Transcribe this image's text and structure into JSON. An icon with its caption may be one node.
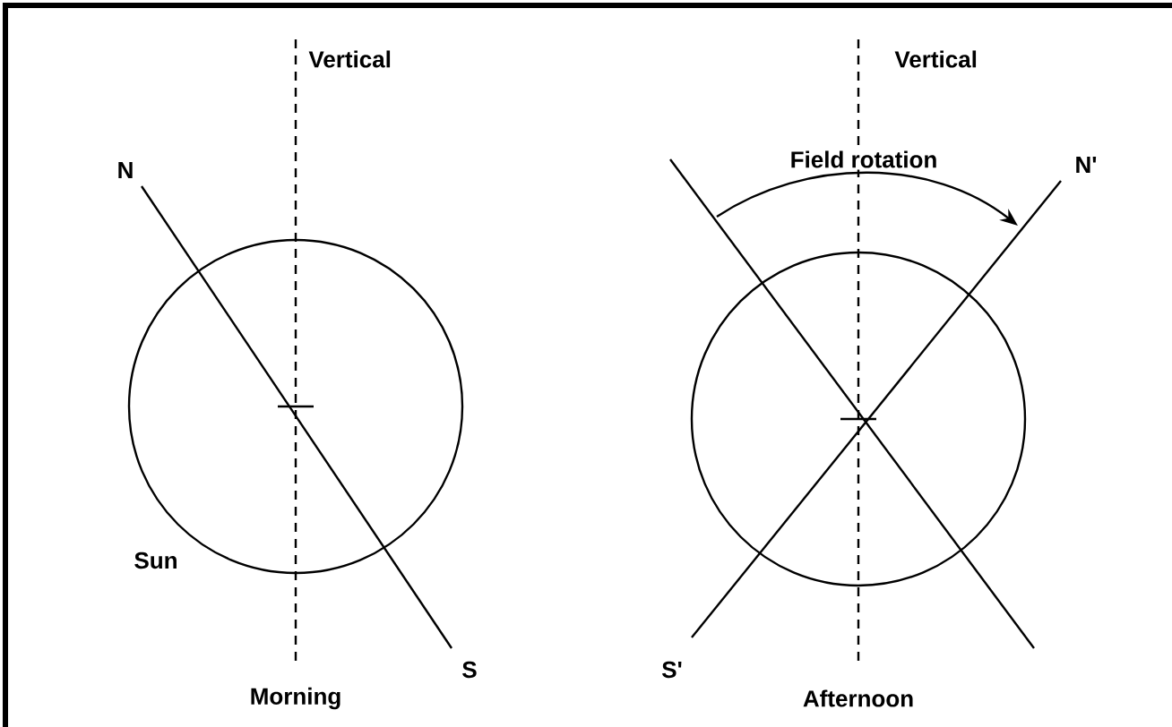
{
  "diagram": {
    "labels": [
      "Vertical",
      "N",
      "Sun",
      "S",
      "Morning",
      "Vertical",
      "Field rotation",
      "N'",
      "S'",
      "Afternoon"
    ]
  }
}
